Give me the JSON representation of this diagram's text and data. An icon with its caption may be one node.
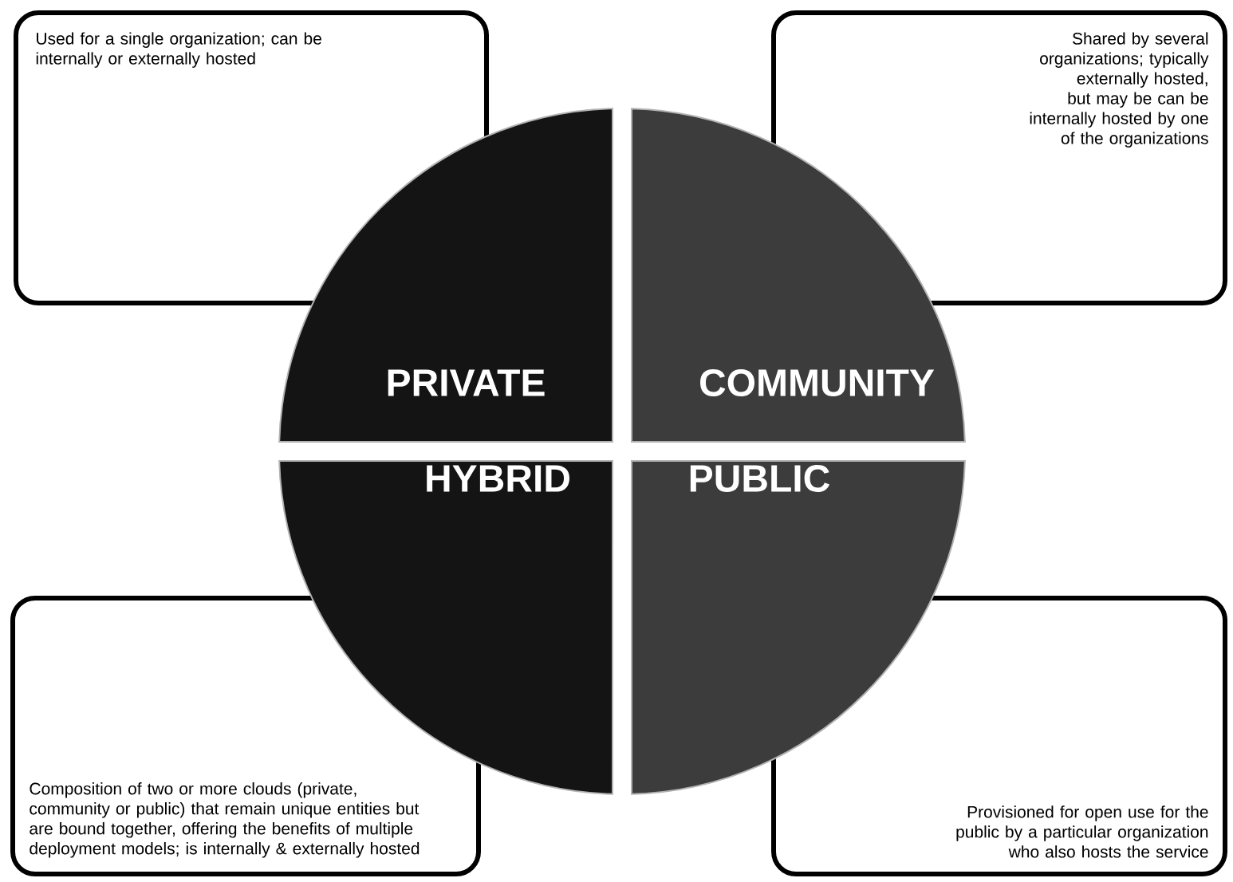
{
  "diagram": {
    "nodes": [
      {
        "text": [
          "Used for a single organization; can be internally or externally hosted"
        ]
      },
      {
        "text": [
          "Shared by several organizations; typically externally hosted, but may be can be internally hosted by one of the organizations"
        ]
      },
      {
        "text": [
          "PRIVATE"
        ]
      },
      {
        "text": [
          "COMMUNITY"
        ]
      },
      {
        "text": [
          "HYBRID"
        ]
      },
      {
        "text": [
          "PUBLIC"
        ]
      },
      {
        "text": [
          "Composition of two or more clouds (private, community or public) that remain unique entities but are bound together, offering the benefits of multiple deployment models; is internally & externally hosted"
        ]
      },
      {
        "text": [
          "Provisioned for open use for the public by a particular organization who also hosts the service"
        ]
      }
    ]
  }
}
